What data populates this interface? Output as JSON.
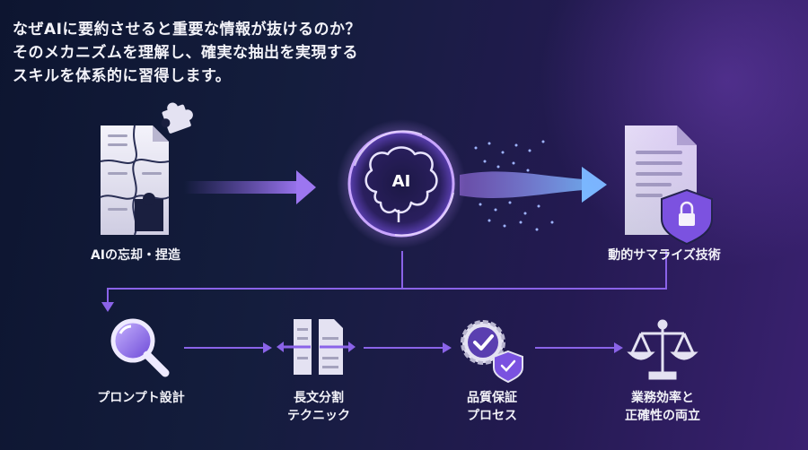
{
  "intro": {
    "line1": "なぜAIに要約させると重要な情報が抜けるのか？",
    "line2": "そのメカニズムを理解し、確実な抽出を実現する",
    "line3": "スキルを体系的に習得します。"
  },
  "top_row": {
    "left_label": "AIの忘却・捏造",
    "center_text": "AI",
    "right_label": "動的サマライズ技術"
  },
  "steps": [
    {
      "line1": "プロンプト設計",
      "line2": ""
    },
    {
      "line1": "長文分割",
      "line2": "テクニック"
    },
    {
      "line1": "品質保証",
      "line2": "プロセス"
    },
    {
      "line1": "業務効率と",
      "line2": "正確性の両立"
    }
  ],
  "colors": {
    "accent": "#8a63e8",
    "icon_light": "#e4e2f2",
    "glow": "#b98cff"
  }
}
